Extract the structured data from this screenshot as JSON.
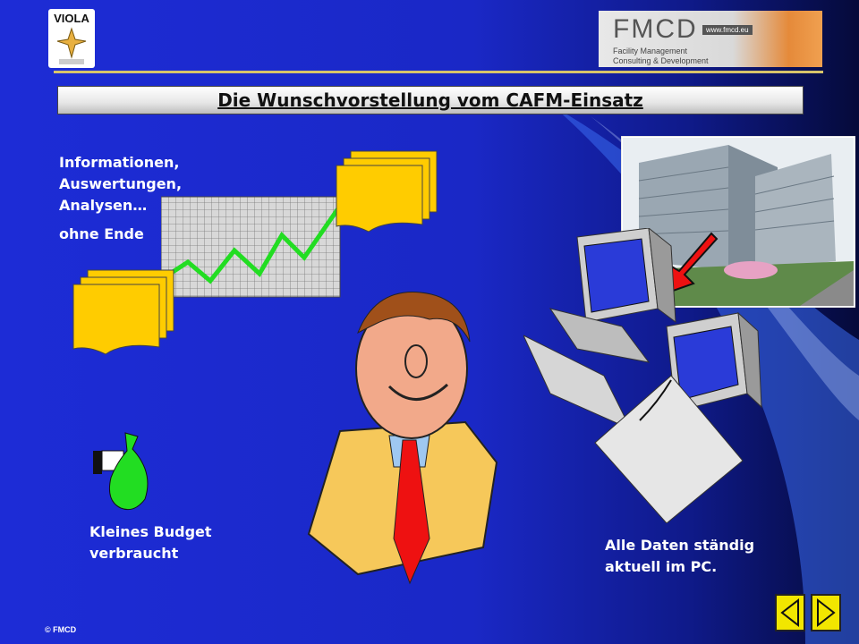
{
  "slide": {
    "title": "Die Wunschvorstellung vom CAFM-Einsatz",
    "logo_left": {
      "text": "VIOLA"
    },
    "logo_right": {
      "text": "FMCD",
      "url": "www.fmcd.eu",
      "subtitle_1": "Facility Management",
      "subtitle_2": "Consulting & Development"
    },
    "left_caption": {
      "line1": "Informationen,",
      "line2": "Auswertungen,",
      "line3": "Analysen…",
      "line4": "ohne Ende"
    },
    "budget_caption": {
      "line1": "Kleines Budget",
      "line2": "verbraucht"
    },
    "pc_caption": {
      "line1": "Alle Daten ständig",
      "line2": "aktuell im PC."
    },
    "footer": "© FMCD",
    "nav": {
      "prev": "previous-slide",
      "next": "next-slide"
    }
  },
  "colors": {
    "background": "#1d2cd6",
    "title_bar": "#e6e6e6",
    "folder": "#ffcc00",
    "chart_line": "#22dd22",
    "tie": "#ee1111",
    "shirt": "#f6c85a",
    "nav": "#f2e600"
  }
}
